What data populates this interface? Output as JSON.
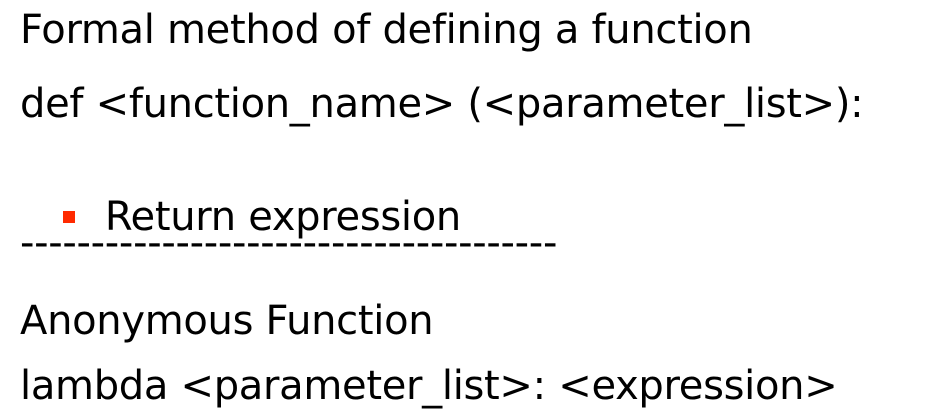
{
  "slide": {
    "lines": {
      "formal_heading": "Formal method of defining a function",
      "def_syntax": "def <function_name> (<parameter_list>):",
      "return_bullet": "Return expression",
      "separator": "--------------------------------------",
      "anonymous_heading": "Anonymous Function",
      "lambda_syntax": "lambda <parameter_list>: <expression>"
    },
    "bullet_color": "#ff2a00"
  }
}
